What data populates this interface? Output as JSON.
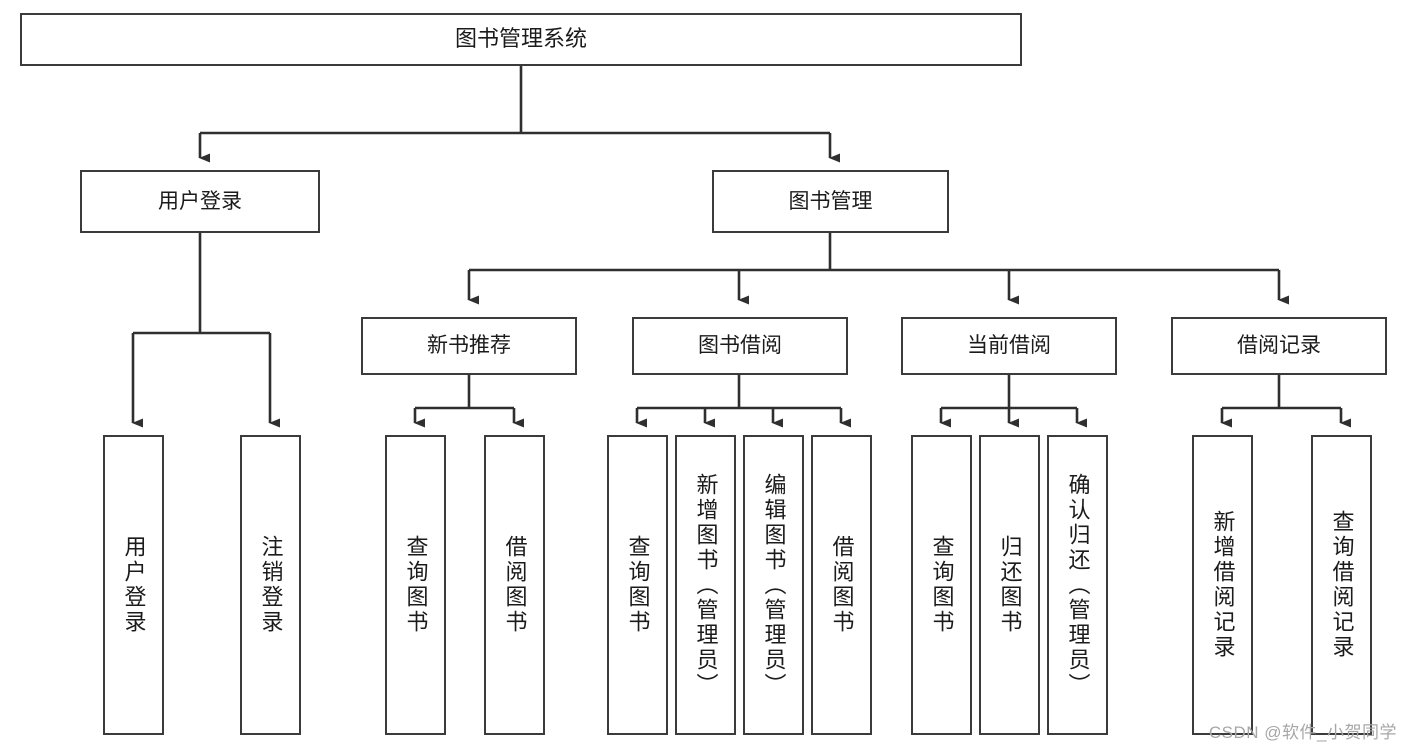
{
  "diagram": {
    "type": "tree",
    "title": "图书管理系统",
    "orientation": "top-down",
    "line_color": "#2f2f2f",
    "box_border_color": "#3b3b3b",
    "box_fill_color": "#ffffff",
    "background_color": "#ffffff",
    "nodes": {
      "root": {
        "label": "图书管理系统",
        "level": 0
      },
      "n_user_login": {
        "label": "用户登录",
        "level": 1
      },
      "n_book_manage": {
        "label": "图书管理",
        "level": 1
      },
      "n_new_book_rec": {
        "label": "新书推荐",
        "level": 2
      },
      "n_book_borrow": {
        "label": "图书借阅",
        "level": 2
      },
      "n_current_borrow": {
        "label": "当前借阅",
        "level": 2
      },
      "n_borrow_record": {
        "label": "借阅记录",
        "level": 2
      },
      "l_user_login": {
        "label": "用户登录",
        "level": 3
      },
      "l_logout": {
        "label": "注销登录",
        "level": 3
      },
      "l_query_book_1": {
        "label": "查询图书",
        "level": 3
      },
      "l_borrow_book_1": {
        "label": "借阅图书",
        "level": 3
      },
      "l_query_book_2": {
        "label": "查询图书",
        "level": 3
      },
      "l_add_book": {
        "label": "新增图书（管理员）",
        "level": 3
      },
      "l_edit_book": {
        "label": "编辑图书（管理员）",
        "level": 3
      },
      "l_borrow_book_2": {
        "label": "借阅图书",
        "level": 3
      },
      "l_query_book_3": {
        "label": "查询图书",
        "level": 3
      },
      "l_return_book": {
        "label": "归还图书",
        "level": 3
      },
      "l_confirm_return": {
        "label": "确认归还（管理员）",
        "level": 3
      },
      "l_add_record": {
        "label": "新增借阅记录",
        "level": 3
      },
      "l_query_record": {
        "label": "查询借阅记录",
        "level": 3
      }
    },
    "edges": [
      {
        "from": "root",
        "to": "n_user_login"
      },
      {
        "from": "root",
        "to": "n_book_manage"
      },
      {
        "from": "n_user_login",
        "to": "l_user_login"
      },
      {
        "from": "n_user_login",
        "to": "l_logout"
      },
      {
        "from": "n_book_manage",
        "to": "n_new_book_rec"
      },
      {
        "from": "n_book_manage",
        "to": "n_book_borrow"
      },
      {
        "from": "n_book_manage",
        "to": "n_current_borrow"
      },
      {
        "from": "n_book_manage",
        "to": "n_borrow_record"
      },
      {
        "from": "n_new_book_rec",
        "to": "l_query_book_1"
      },
      {
        "from": "n_new_book_rec",
        "to": "l_borrow_book_1"
      },
      {
        "from": "n_book_borrow",
        "to": "l_query_book_2"
      },
      {
        "from": "n_book_borrow",
        "to": "l_add_book"
      },
      {
        "from": "n_book_borrow",
        "to": "l_edit_book"
      },
      {
        "from": "n_book_borrow",
        "to": "l_borrow_book_2"
      },
      {
        "from": "n_current_borrow",
        "to": "l_query_book_3"
      },
      {
        "from": "n_current_borrow",
        "to": "l_return_book"
      },
      {
        "from": "n_current_borrow",
        "to": "l_confirm_return"
      },
      {
        "from": "n_borrow_record",
        "to": "l_add_record"
      },
      {
        "from": "n_borrow_record",
        "to": "l_query_record"
      }
    ]
  },
  "watermark": {
    "text": "CSDN @软件_小贺同学"
  }
}
